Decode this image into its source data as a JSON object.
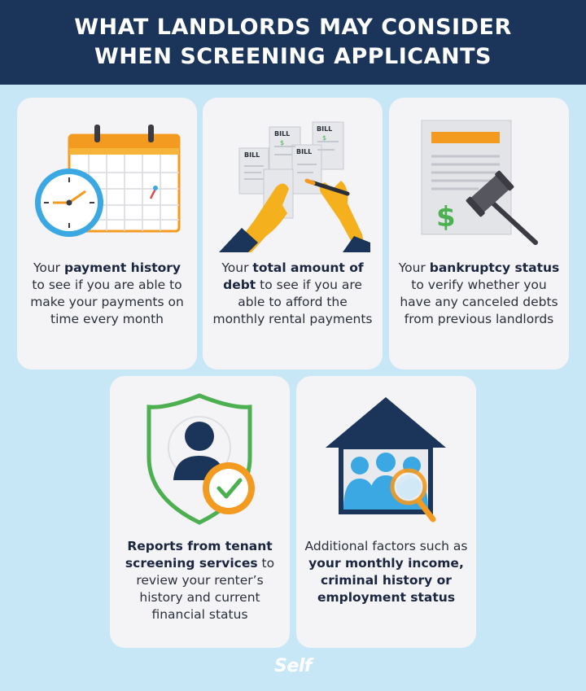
{
  "header": {
    "title_line1": "WHAT LANDLORDS MAY CONSIDER",
    "title_line2": "WHEN SCREENING APPLICANTS"
  },
  "cards": [
    {
      "icon": "calendar-clock-icon",
      "pre": "Your ",
      "bold": "payment history",
      "post": " to see if you are able to make your payments on time every month"
    },
    {
      "icon": "bills-hands-pen-icon",
      "bill_label": "BILL",
      "pre": "Your ",
      "bold": "total amount of debt",
      "post": " to see if you are able to afford the monthly rental payments"
    },
    {
      "icon": "document-gavel-icon",
      "dollar": "$",
      "pre": "Your ",
      "bold": "bankruptcy status",
      "post": " to verify whether you have any canceled debts from previous landlords"
    },
    {
      "icon": "shield-person-check-icon",
      "pre": "",
      "bold": "Reports from tenant screening services",
      "post": " to review your renter’s history and current financial status"
    },
    {
      "icon": "house-people-magnifier-icon",
      "pre": "Additional factors such as ",
      "bold": "your monthly income, criminal history or employment status",
      "post": ""
    }
  ],
  "logo": "Self",
  "colors": {
    "background": "#c7e6f6",
    "header": "#1a3559",
    "card": "#f4f4f6",
    "accent_orange": "#f39a21",
    "accent_blue": "#3ba8e4",
    "accent_green": "#4caf50",
    "navy": "#1a3559"
  }
}
